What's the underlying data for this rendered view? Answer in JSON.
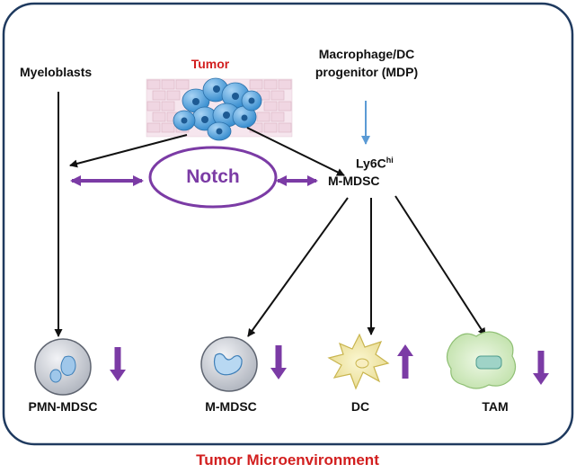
{
  "diagram": {
    "tumor_label": "Tumor",
    "myeloblasts_label": "Myeloblasts",
    "mdp_line1": "Macrophage/DC",
    "mdp_line2": "progenitor (MDP)",
    "notch_label": "Notch",
    "ly6c_prefix": "Ly6C",
    "ly6c_superscript": "hi",
    "ly6c_mmdsc_label": "M-MDSC",
    "cells": {
      "pmn_mdsc": {
        "label": "PMN-MDSC",
        "trend": "down"
      },
      "m_mdsc": {
        "label": "M-MDSC",
        "trend": "down"
      },
      "dc": {
        "label": "DC",
        "trend": "up"
      },
      "tam": {
        "label": "TAM",
        "trend": "down"
      }
    },
    "footer_title": "Tumor Microenvironment"
  },
  "colors": {
    "accent_red": "#d21f1f",
    "purple": "#7b3ba5",
    "blue_arrow": "#5b9bd5",
    "frame": "#1f3a5f",
    "cell_gray": "#d6d9e0",
    "dc_yellow": "#f4edb0",
    "tam_green": "#d6ecc4",
    "tumor_blue": "#3a8fd0"
  },
  "icons": [
    "tumor-tissue-icon",
    "pmn-mdsc-cell-icon",
    "m-mdsc-cell-icon",
    "dendritic-cell-icon",
    "macrophage-cell-icon",
    "arrow-down-icon",
    "arrow-up-icon"
  ]
}
